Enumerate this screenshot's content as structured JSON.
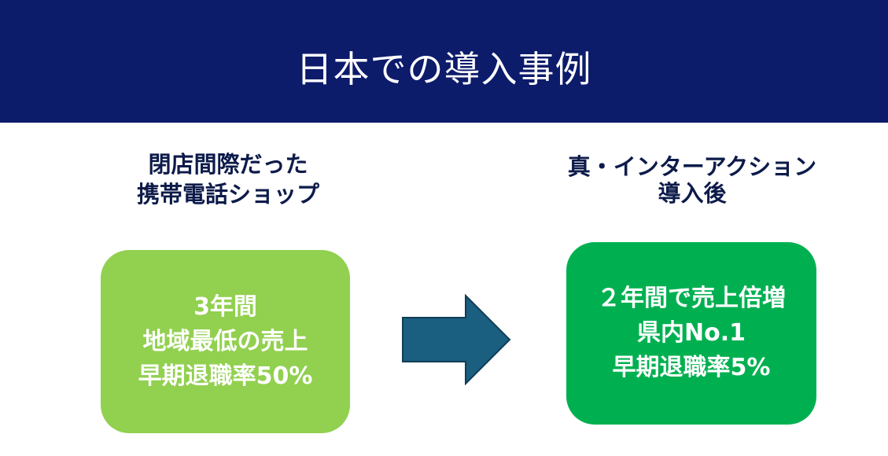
{
  "header": {
    "title": "日本での導入事例"
  },
  "before": {
    "title_lines": [
      "閉店間際だった",
      "携帯電話ショップ"
    ],
    "box_lines": [
      "3年間",
      "地域最低の売上",
      "早期退職率50%"
    ]
  },
  "after": {
    "title_lines": [
      "真・インターアクション",
      "導入後"
    ],
    "box_lines": [
      "２年間で売上倍増",
      "県内No.1",
      "早期退職率5%"
    ]
  },
  "colors": {
    "header_bg": "#0d1b6b",
    "before_box": "#92d050",
    "after_box": "#00b050",
    "arrow_fill": "#1a5e80",
    "title_text": "#0d1b4a"
  }
}
